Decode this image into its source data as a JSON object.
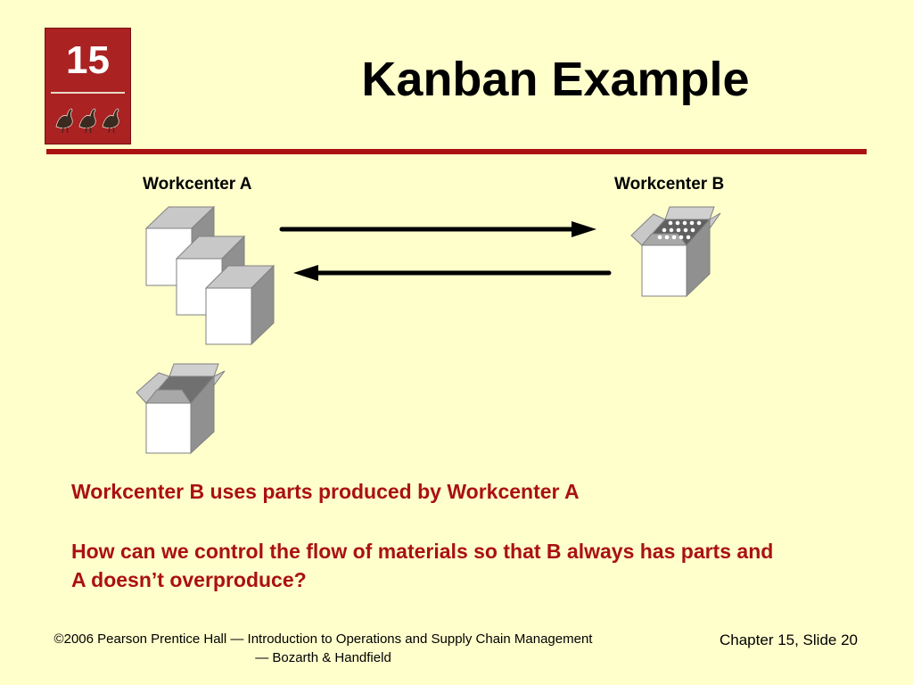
{
  "slide": {
    "chapter_badge": "15",
    "title": "Kanban Example"
  },
  "diagram": {
    "workcenter_a": "Workcenter A",
    "workcenter_b": "Workcenter B"
  },
  "body": {
    "statement": "Workcenter B uses parts produced by Workcenter A",
    "question": "How can we control the flow of materials so that B always has parts and A doesn’t overproduce?"
  },
  "footer": {
    "copyright": "©2006 Pearson Prentice Hall — Introduction to Operations and Supply Chain Management — Bozarth & Handfield",
    "slide_number": "Chapter 15, Slide 20"
  },
  "colors": {
    "background": "#ffffcc",
    "accent": "#aa1111",
    "badge": "#aa2222"
  }
}
